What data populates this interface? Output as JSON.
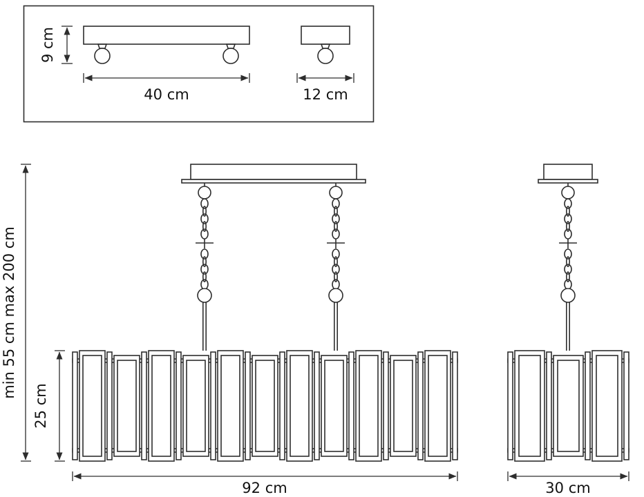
{
  "diagram": {
    "type": "technical-dimension-drawing",
    "subject": "two-chain pendant chandelier with crystal slat shade, front and side views plus ceiling-mount detail"
  },
  "labels": {
    "canopy_height": "9 cm",
    "canopy_length": "40 cm",
    "canopy_depth": "12 cm",
    "suspension_height": "min 55 cm max 200 cm",
    "shade_height": "25 cm",
    "fixture_length": "92 cm",
    "fixture_depth": "30 cm"
  },
  "colors": {
    "line": "#2d2d2d",
    "text": "#111111",
    "background": "#ffffff"
  }
}
